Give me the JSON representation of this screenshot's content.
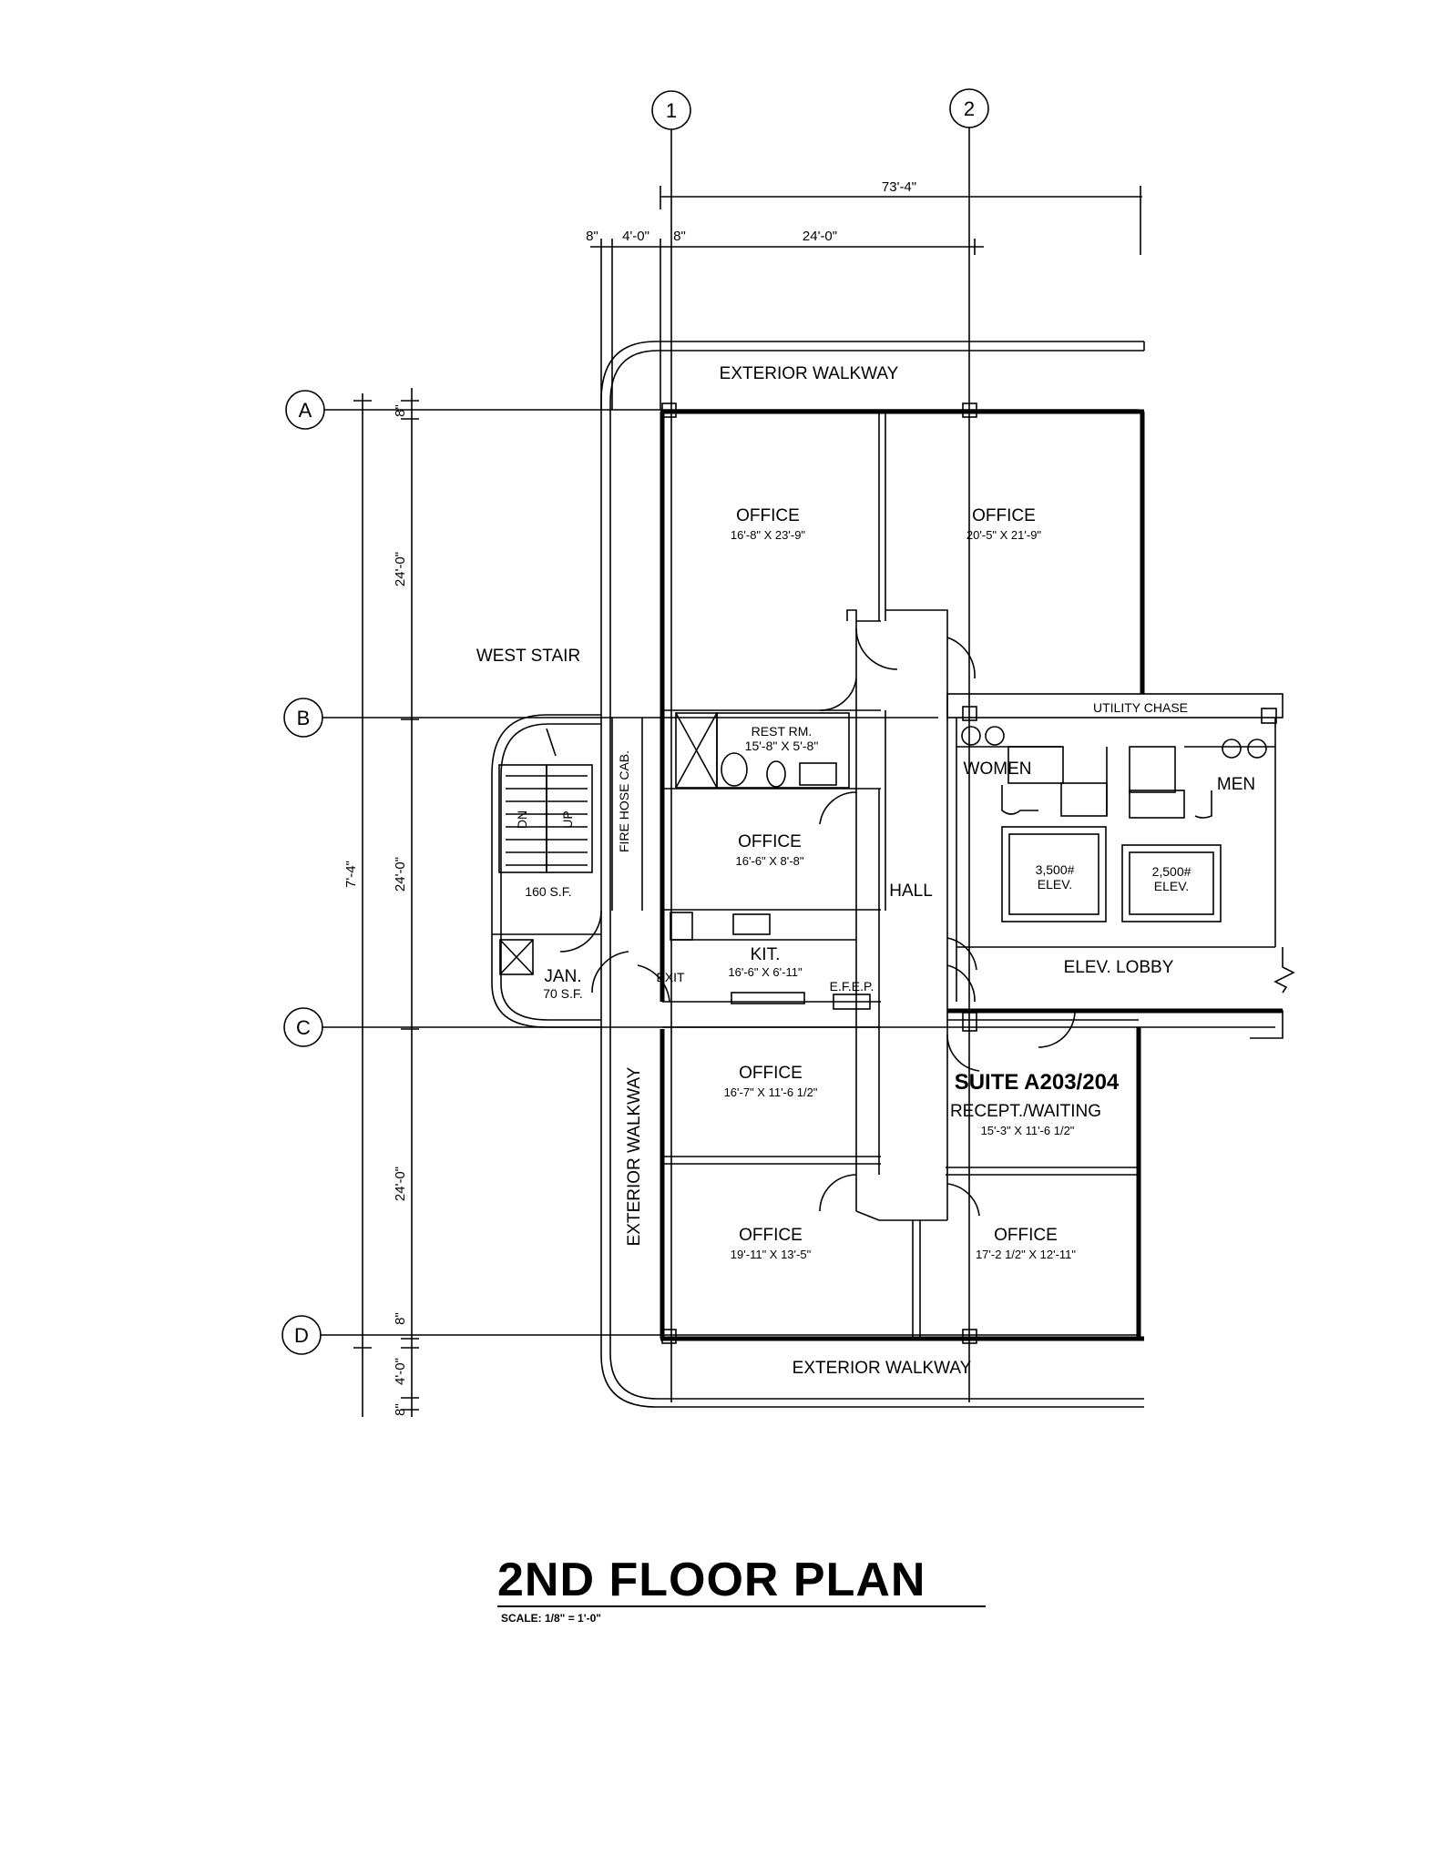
{
  "title": "2ND FLOOR PLAN",
  "scale": "SCALE:  1/8\" = 1'-0\"",
  "grid": {
    "col1": "1",
    "col2": "2",
    "rowA": "A",
    "rowB": "B",
    "rowC": "C",
    "rowD": "D"
  },
  "dimensions": {
    "overall_width": "73'-4\"",
    "d8_left": "8\"",
    "d4_0": "4'-0\"",
    "d8_mid": "8\"",
    "d24_top": "24'-0\"",
    "v8_top": "8\"",
    "v24_a": "24'-0\"",
    "v24_b": "24'-0\"",
    "v24_c": "24'-0\"",
    "v7_4": "7'-4\"",
    "v8_d": "8\"",
    "v4_0": "4'-0\"",
    "v8_bottom": "8\""
  },
  "rooms": {
    "office1_name": "OFFICE",
    "office1_size": "16'-8\" X 23'-9\"",
    "office2_name": "OFFICE",
    "office2_size": "20'-5\" X 21'-9\"",
    "west_stair": "WEST STAIR",
    "utility_chase": "UTILITY CHASE",
    "restrm_name": "REST RM.",
    "restrm_size": "15'-8\" X 5'-8\"",
    "women": "WOMEN",
    "men": "MEN",
    "fire_hose": "FIRE HOSE CAB.",
    "dn": "DN",
    "up": "UP",
    "office3_name": "OFFICE",
    "office3_size": "16'-6\" X 8'-8\"",
    "hall": "HALL",
    "elev1_cap": "3,500#",
    "elev1": "ELEV.",
    "elev2_cap": "2,500#",
    "elev2": "ELEV.",
    "stair_area": "160 S.F.",
    "jan_name": "JAN.",
    "jan_area": "70 S.F.",
    "exit": "EXIT",
    "kit_name": "KIT.",
    "kit_size": "16'-6\" X 6'-11\"",
    "efep": "E.F.E.P.",
    "elev_lobby": "ELEV. LOBBY",
    "office4_name": "OFFICE",
    "office4_size": "16'-7\" X 11'-6 1/2\"",
    "suite": "SUITE A203/204",
    "recept": "RECEPT./WAITING",
    "recept_size": "15'-3\" X 11'-6 1/2\"",
    "office5_name": "OFFICE",
    "office5_size": "19'-11\" X 13'-5\"",
    "office6_name": "OFFICE",
    "office6_size": "17'-2 1/2\" X 12'-11\""
  },
  "walkways": {
    "top": "EXTERIOR WALKWAY",
    "left": "EXTERIOR WALKWAY",
    "bottom": "EXTERIOR WALKWAY"
  }
}
